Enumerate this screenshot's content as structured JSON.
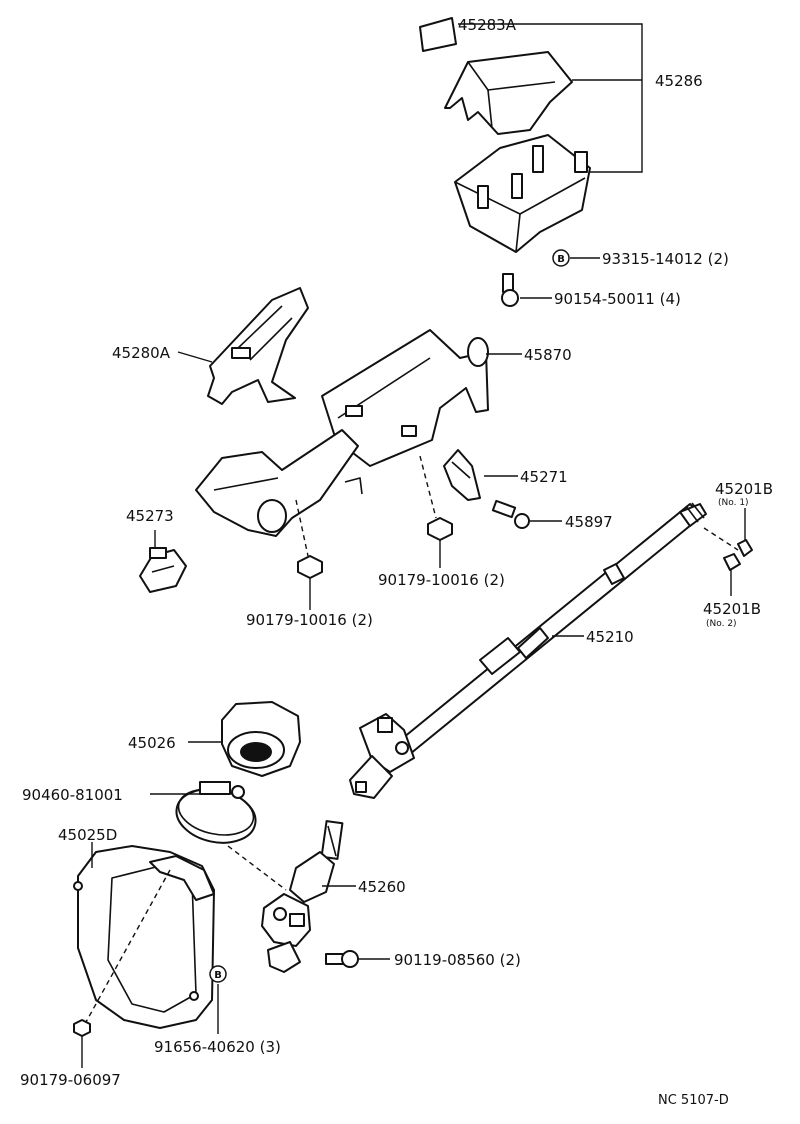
{
  "parts": {
    "p45283a": "45283A",
    "p45286": "45286",
    "p93315": "93315-14012 (2)",
    "p90154": "90154-50011 (4)",
    "p45280a": "45280A",
    "p45870": "45870",
    "p45271": "45271",
    "p45897": "45897",
    "p45201b1": "45201B",
    "p45201b1_sub": "(No. 1)",
    "p45201b2": "45201B",
    "p45201b2_sub": "(No. 2)",
    "p45273": "45273",
    "p90179a": "90179-10016 (2)",
    "p90179b": "90179-10016 (2)",
    "p45210": "45210",
    "p45026": "45026",
    "p90460": "90460-81001",
    "p45025d": "45025D",
    "p45260": "45260",
    "p90119": "90119-08560 (2)",
    "p91656": "91656-40620 (3)",
    "p90179c": "90179-06097"
  },
  "markers": {
    "b1": "B",
    "b2": "B"
  },
  "ref_code": "NC 5107-D"
}
